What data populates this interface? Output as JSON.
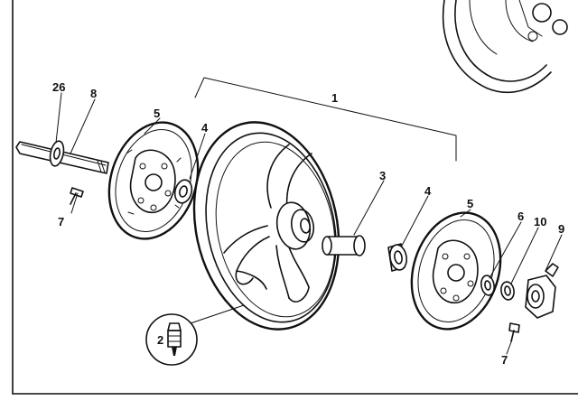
{
  "callouts": {
    "assembly": "1",
    "kit": "2",
    "spacer": "3",
    "bearing_left": "4",
    "bearing_right": "4",
    "disc_left": "5",
    "disc_right": "5",
    "seal": "6",
    "screw_left": "7",
    "screw_right": "7",
    "axle": "8",
    "speedo_drive": "9",
    "collar": "10",
    "washer": "26"
  },
  "colors": {
    "ink": "#111111",
    "paper": "#ffffff"
  }
}
